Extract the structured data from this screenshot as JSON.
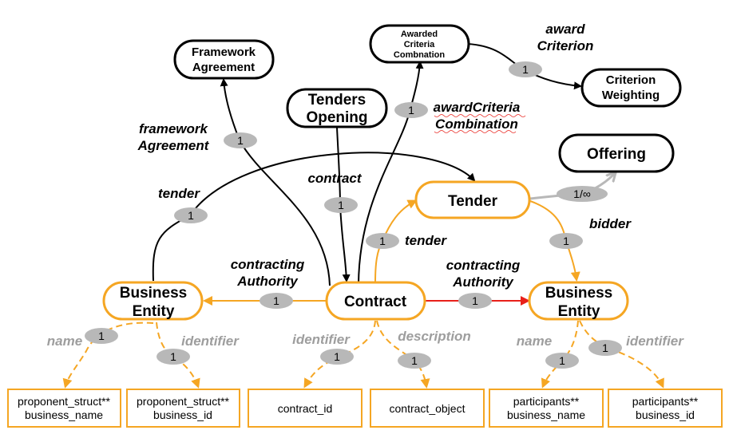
{
  "colors": {
    "black": "#000000",
    "orange": "#f5a623",
    "red": "#e8201a",
    "grey_label": "#9e9e9e",
    "badge": "#b8b8b8"
  },
  "nodes": {
    "framework_agreement": [
      "Framework",
      "Agreement"
    ],
    "awarded_criteria": [
      "Awarded",
      "Criteria",
      "Combnation"
    ],
    "criterion_weighting": [
      "Criterion",
      "Weighting"
    ],
    "tenders_opening": [
      "Tenders",
      "Opening"
    ],
    "offering": "Offering",
    "tender": "Tender",
    "business_entity_left": [
      "Business",
      "Entity"
    ],
    "contract": "Contract",
    "business_entity_right": [
      "Business",
      "Entity"
    ]
  },
  "edges": {
    "award_criterion": [
      "award",
      "Criterion"
    ],
    "award_criteria_combination": [
      "awardCriteria",
      "Combination"
    ],
    "framework_agreement": [
      "framework",
      "Agreement"
    ],
    "contract": "contract",
    "tender_left": "tender",
    "tender_contract": "tender",
    "bidder": "bidder",
    "contracting_authority_left": [
      "contracting",
      "Authority"
    ],
    "contracting_authority_right": [
      "contracting",
      "Authority"
    ],
    "name_left": "name",
    "identifier_left": "identifier",
    "identifier_contract": "identifier",
    "description": "description",
    "name_right": "name",
    "identifier_right": "identifier"
  },
  "badges": {
    "one": "1",
    "one_infinity": "1/∞"
  },
  "boxes": {
    "proponent_name": [
      "proponent_struct**",
      "business_name"
    ],
    "proponent_id": [
      "proponent_struct**",
      "business_id"
    ],
    "contract_id": "contract_id",
    "contract_object": "contract_object",
    "participants_name": [
      "participants**",
      "business_name"
    ],
    "participants_id": [
      "participants**",
      "business_id"
    ]
  }
}
